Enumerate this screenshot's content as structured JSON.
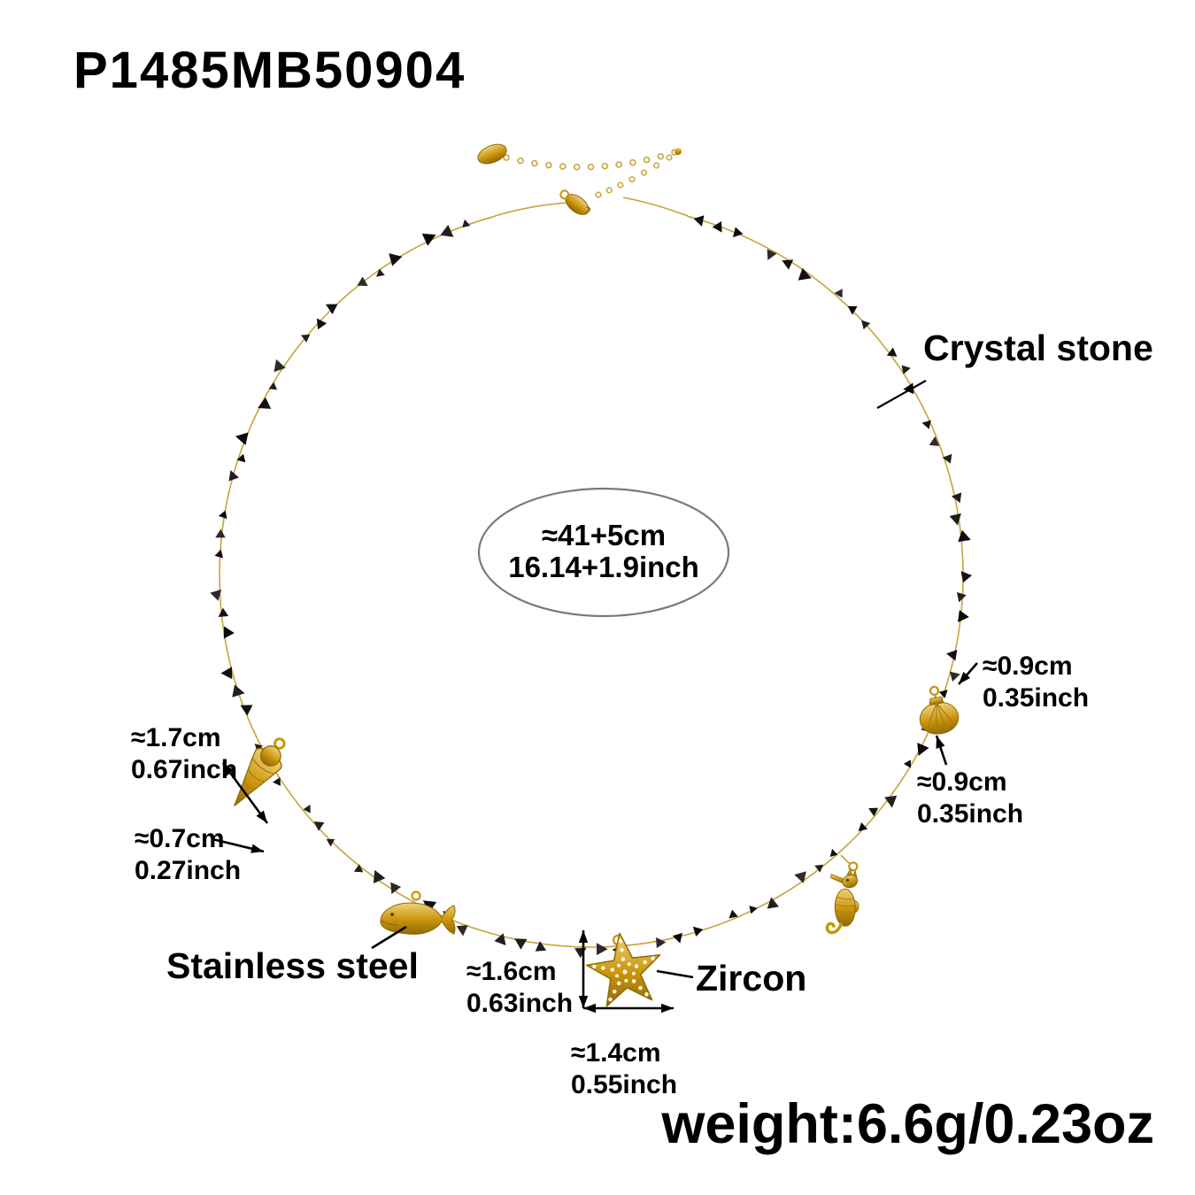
{
  "product_code": "P1485MB50904",
  "size_oval": {
    "cm": "≈41+5cm",
    "inch": "16.14+1.9inch"
  },
  "annotations": {
    "crystal_stone": "Crystal stone",
    "stainless_steel": "Stainless steel",
    "zircon": "Zircon"
  },
  "measurements": {
    "conch_length": {
      "cm": "≈1.7cm",
      "inch": "0.67inch"
    },
    "conch_width": {
      "cm": "≈0.7cm",
      "inch": "0.27inch"
    },
    "shell_height": {
      "cm": "≈0.9cm",
      "inch": "0.35inch"
    },
    "shell_width": {
      "cm": "≈0.9cm",
      "inch": "0.35inch"
    },
    "starfish_height": {
      "cm": "≈1.6cm",
      "inch": "0.63inch"
    },
    "starfish_width": {
      "cm": "≈1.4cm",
      "inch": "0.55inch"
    }
  },
  "weight": "weight:6.6g/0.23oz",
  "colors": {
    "gold": "#c9940a",
    "gold_light": "#f0d27a",
    "gold_dark": "#8f6a08",
    "gold_ridge": "#a87d10",
    "chain": "#c8a43c",
    "bead_black": "#1a1a1a",
    "annotation": "#000000"
  }
}
